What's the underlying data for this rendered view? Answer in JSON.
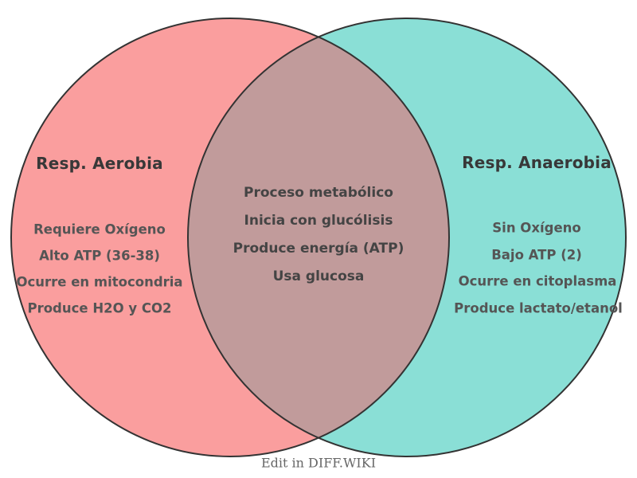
{
  "venn": {
    "outline_color": "#333333",
    "left": {
      "title": "Resp. Aerobia",
      "color": "#FA9E9E",
      "items": [
        "Requiere Oxígeno",
        "Alto ATP (36-38)",
        "Ocurre en mitocondria",
        "Produce H2O y CO2"
      ]
    },
    "right": {
      "title": "Resp. Anaerobia",
      "color": "#8ADFD6",
      "items": [
        "Sin Oxígeno",
        "Bajo ATP (2)",
        "Ocurre en citoplasma",
        "Produce lactato/etanol"
      ]
    },
    "intersection": {
      "color": "#C19B9B",
      "items": [
        "Proceso metabólico",
        "Inicia con glucólisis",
        "Produce energía (ATP)",
        "Usa glucosa"
      ]
    }
  },
  "footer": {
    "label": "Edit in DIFF.WIKI"
  }
}
